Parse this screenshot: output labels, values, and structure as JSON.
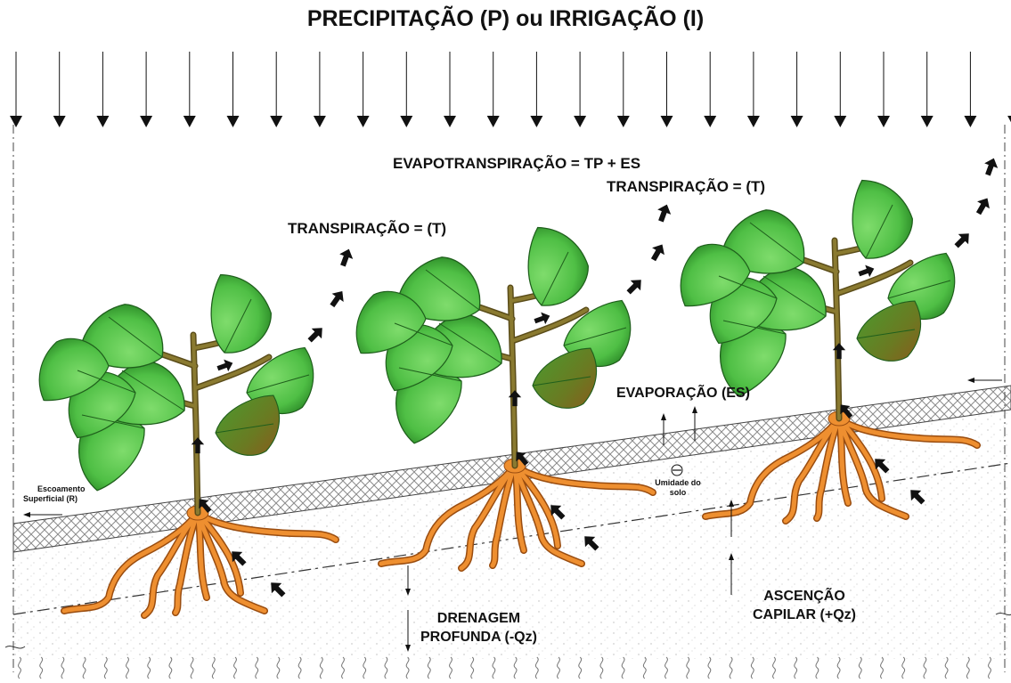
{
  "title": "PRECIPITAÇÃO (P) ou IRRIGAÇÃO (I)",
  "labels": {
    "evapotranspiration": "EVAPOTRANSPIRAÇÃO = TP + ES",
    "transpiration_right": "TRANSPIRAÇÃO = (T)",
    "transpiration_left": "TRANSPIRAÇÃO = (T)",
    "evaporation": "EVAPORAÇÃO (ES)",
    "runoff_line1": "Escoamento",
    "runoff_line2": "Superficial (R)",
    "soil_moisture_line1": "Umidade do",
    "soil_moisture_line2": "solo",
    "drainage_line1": "DRENAGEM",
    "drainage_line2": "PROFUNDA (-Qz)",
    "capillary_line1": "ASCENÇÃO",
    "capillary_line2": "CAPILAR (+Qz)"
  },
  "colors": {
    "leaf_light": "#5fcc4f",
    "leaf_dark": "#2f8f2a",
    "leaf_brown": "#7a5a1c",
    "stem": "#7b6a2a",
    "root": "#e8882a",
    "root_outline": "#9a4d10",
    "topsoil_hatch": "#8a8a8a",
    "subsoil_dots": "#b9b9b9",
    "arrow": "#111111"
  },
  "icons": {
    "rain_arrow": "down-arrow-icon",
    "flow_arrow": "thick-arrow-icon",
    "soil_moisture": "minus-circle-icon"
  }
}
